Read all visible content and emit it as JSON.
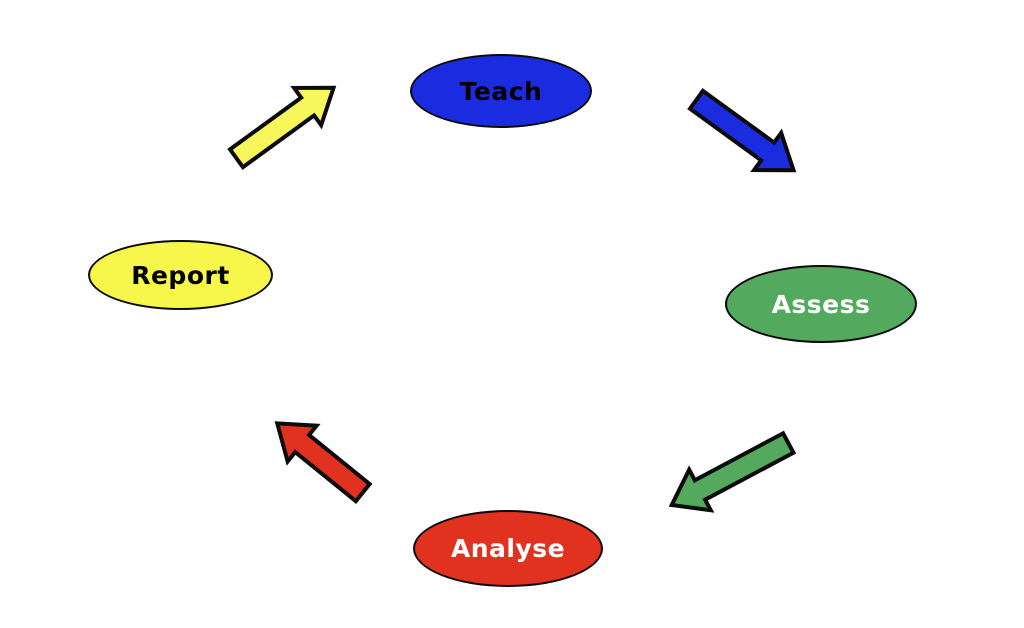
{
  "diagram": {
    "background_color": "#ffffff",
    "outline_color": "#0b0b0b",
    "cycle_order": [
      "Teach",
      "Assess",
      "Analyse",
      "Report"
    ],
    "nodes": [
      {
        "id": "teach",
        "label": "Teach",
        "shape": "ellipse",
        "fill": "#1b2bdf",
        "text_color": "#000000"
      },
      {
        "id": "assess",
        "label": "Assess",
        "shape": "ellipse",
        "fill": "#53a95d",
        "text_color": "#ffffff"
      },
      {
        "id": "analyse",
        "label": "Analyse",
        "shape": "ellipse",
        "fill": "#e1321f",
        "text_color": "#ffffff"
      },
      {
        "id": "report",
        "label": "Report",
        "shape": "ellipse",
        "fill": "#f7f74b",
        "text_color": "#000000"
      }
    ],
    "arrows": [
      {
        "id": "report-to-teach",
        "from": "Report",
        "to": "Teach",
        "direction": "up-right",
        "fill": "#f7f75c"
      },
      {
        "id": "teach-to-assess",
        "from": "Teach",
        "to": "Assess",
        "direction": "down-right",
        "fill": "#1b2bdf"
      },
      {
        "id": "assess-to-analyse",
        "from": "Assess",
        "to": "Analyse",
        "direction": "down-left",
        "fill": "#53a95d"
      },
      {
        "id": "analyse-to-report",
        "from": "Analyse",
        "to": "Report",
        "direction": "up-left",
        "fill": "#e1321f"
      }
    ]
  }
}
